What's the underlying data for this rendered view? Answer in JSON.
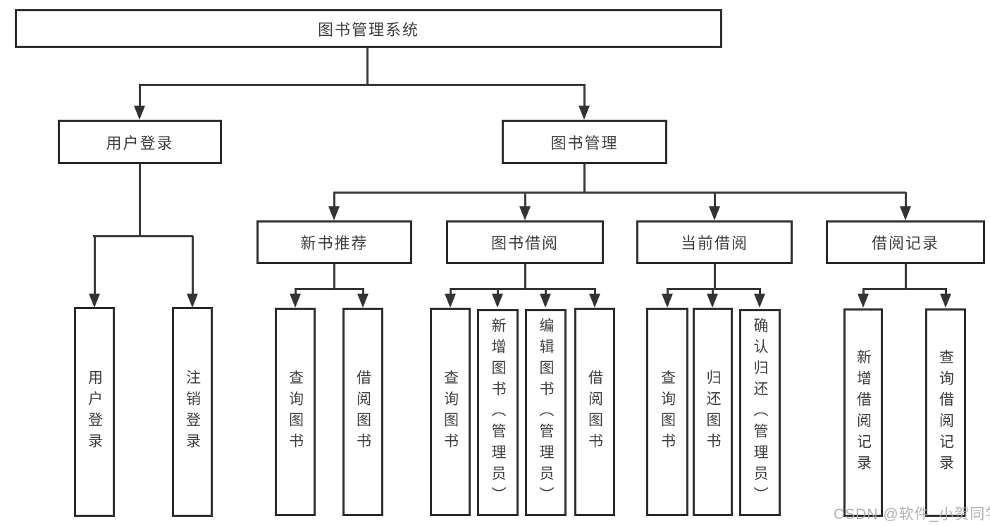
{
  "nodes": {
    "root": "图书管理系统",
    "userLogin": "用户登录",
    "bookMgmt": "图书管理",
    "newBookRec": "新书推荐",
    "bookBorrow": "图书借阅",
    "currentBorrow": "当前借阅",
    "borrowRecords": "借阅记录",
    "leafUserLogin": "用户登录",
    "leafLogout": "注销登录",
    "nbQuery": "查询图书",
    "nbBorrow": "借阅图书",
    "bbQuery": "查询图书",
    "bbAdd": "新增图书（管理员）",
    "bbEdit": "编辑图书（管理员）",
    "bbBorrow": "借阅图书",
    "cbQuery": "查询图书",
    "cbReturn": "归还图书",
    "cbConfirm": "确认归还（管理员）",
    "brAdd": "新增借阅记录",
    "brQuery": "查询借阅记录"
  },
  "hierarchy": {
    "图书管理系统": {
      "用户登录": [
        "用户登录",
        "注销登录"
      ],
      "图书管理": {
        "新书推荐": [
          "查询图书",
          "借阅图书"
        ],
        "图书借阅": [
          "查询图书",
          "新增图书（管理员）",
          "编辑图书（管理员）",
          "借阅图书"
        ],
        "当前借阅": [
          "查询图书",
          "归还图书",
          "确认归还（管理员）"
        ],
        "借阅记录": [
          "新增借阅记录",
          "查询借阅记录"
        ]
      }
    }
  },
  "watermark": {
    "text": "CSDN @软件_小贺同学"
  },
  "colors": {
    "box_border": "#2e2e2e",
    "connector_line": "#3a3a3a",
    "text": "#3b3e42",
    "watermark_text": "#a4a9b0",
    "background": "#ffffff"
  }
}
